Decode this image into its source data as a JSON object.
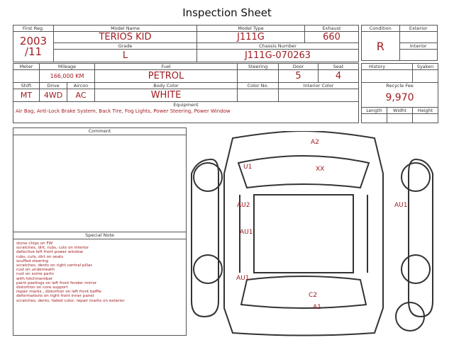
{
  "title": "Inspection Sheet",
  "top": {
    "first_reg_label": "First Reg.",
    "first_reg": "2003\n/11",
    "model_name_label": "Model Name",
    "model_name": "TERIOS KID",
    "model_type_label": "Model Type",
    "model_type": "J111G",
    "exhaust_label": "Exhaust",
    "exhaust": "660",
    "grade_label": "Grade",
    "grade": "L",
    "chassis_label": "Chassis Number",
    "chassis": "J111G-070263"
  },
  "condition": {
    "condition_label": "Condition",
    "condition": "R",
    "exterior_label": "Exterior",
    "interior_label": "Interior"
  },
  "details": {
    "meter_label": "Meter",
    "mileage_label": "Mileage",
    "mileage": "166,000 KM",
    "fuel_label": "Fuel",
    "fuel": "PETROL",
    "steering_label": "Steering",
    "door_label": "Door",
    "door": "5",
    "seat_label": "Seat",
    "seat": "4",
    "shift_label": "Shift",
    "shift": "MT",
    "drive_label": "Drive",
    "drive": "4WD",
    "aircon_label": "Aircon",
    "aircon": "AC",
    "body_color_label": "Body Color",
    "body_color": "WHITE",
    "color_no_label": "Color No.",
    "interior_color_label": "Interior Color",
    "equipment_label": "Equipment",
    "equipment": "Air Bag, Anti-Lock Brake System, Back Tire, Fog Lights, Power Steering, Power Window"
  },
  "side": {
    "history_label": "History",
    "syaken_label": "Syaken",
    "recycle_label": "Recycle Fee",
    "recycle": "9,970",
    "length_label": "Length",
    "width_label": "Widht",
    "height_label": "Height"
  },
  "comment_label": "Comment",
  "special_note_label": "Special Note",
  "special_notes": "stone chips on FW\nscratches, dirt, rubs, cuts on interior\ndefective left front power window\nrubs, cuts, dirt on seats\nscuffed steering\nscratches, dents on right central pillar.\nrust on underneath\nrust on some parts\nwith hitchmember\npaint peelings on left front fender mirror\ndistortion on core support\nrepair marks , distortion on left front baffle\ndeformations on right front inner panel\nscratches, dents, faded color, repair marks on exterior",
  "damage_codes": {
    "a2": "A2",
    "xx": "XX",
    "u1": "U1",
    "au2": "AU2",
    "au1_left_front": "AU1",
    "au1_left_rear": "AU1",
    "au1_right": "AU1",
    "c2": "C2",
    "a1": "A1"
  }
}
